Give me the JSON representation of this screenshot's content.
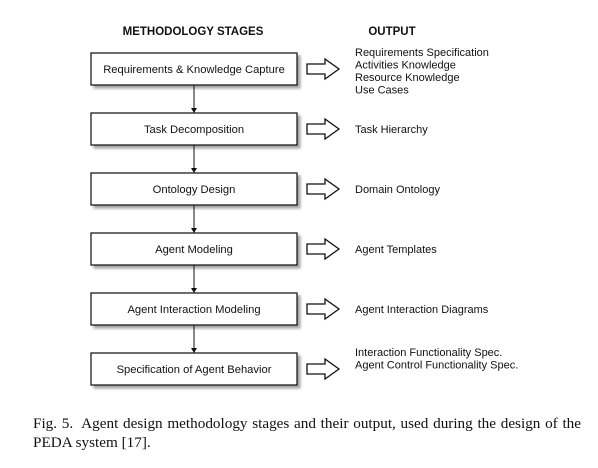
{
  "header": {
    "stages_title": "METHODOLOGY STAGES",
    "output_title": "OUTPUT"
  },
  "stages": [
    {
      "label": "Requirements & Knowledge Capture",
      "outputs": [
        "Requirements Specification",
        "Activities Knowledge",
        "Resource Knowledge",
        "Use Cases"
      ]
    },
    {
      "label": "Task Decomposition",
      "outputs": [
        "Task Hierarchy"
      ]
    },
    {
      "label": "Ontology Design",
      "outputs": [
        "Domain Ontology"
      ]
    },
    {
      "label": "Agent Modeling",
      "outputs": [
        "Agent Templates"
      ]
    },
    {
      "label": "Agent Interaction Modeling",
      "outputs": [
        "Agent Interaction Diagrams"
      ]
    },
    {
      "label": "Specification of Agent Behavior",
      "outputs": [
        "Interaction Functionality Spec.",
        "Agent Control Functionality Spec."
      ]
    }
  ],
  "caption": {
    "label": "Fig. 5.",
    "text": "Agent design methodology stages and their output, used during the design of the PEDA system [17]."
  }
}
